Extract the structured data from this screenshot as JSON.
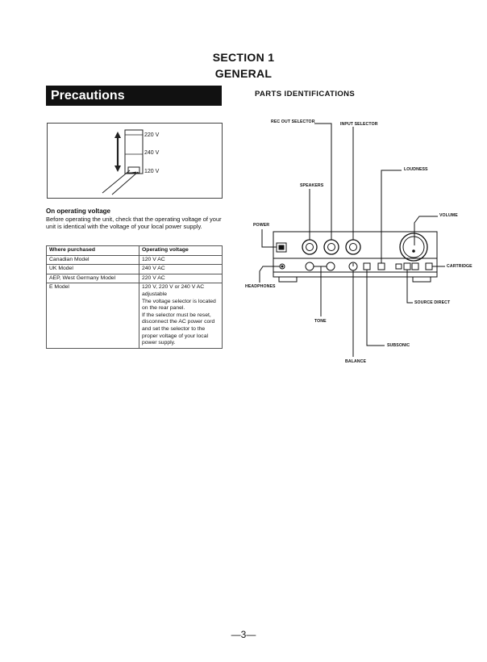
{
  "header": {
    "section": "SECTION 1",
    "title": "GENERAL"
  },
  "precautions": {
    "bar_label": "Precautions",
    "selector_labels": [
      "220 V",
      "240 V",
      "120 V"
    ],
    "operating_voltage_title": "On operating voltage",
    "operating_voltage_text": "Before operating the unit, check that the operating voltage of your unit is identical with the voltage of your local power supply.",
    "table": {
      "headers": [
        "Where purchased",
        "Operating voltage"
      ],
      "rows": [
        [
          "Canadian Model",
          "120 V AC"
        ],
        [
          "UK Model",
          "240 V AC"
        ],
        [
          "AEP, West Germany Model",
          "220 V AC"
        ]
      ],
      "e_model": {
        "label": "E Model",
        "lines": [
          "120 V, 220 V or 240 V AC",
          "adjustable",
          "The voltage selector is located",
          "on the rear panel.",
          "If the selector must be reset,",
          "disconnect the AC power cord",
          "and set the selector to the",
          "proper voltage of your local",
          "power supply."
        ]
      }
    }
  },
  "parts": {
    "title": "PARTS IDENTIFICATIONS",
    "labels": {
      "rec_out": "REC OUT SELECTOR",
      "input": "INPUT SELECTOR",
      "loudness": "LOUDNESS",
      "speakers": "SPEAKERS",
      "volume": "VOLUME",
      "power": "POWER",
      "cartridge": "CARTRIDGE",
      "headphones": "HEADPHONES",
      "source_direct": "SOURCE DIRECT",
      "tone": "TONE",
      "subsonic": "SUBSONIC",
      "balance": "BALANCE"
    }
  },
  "footer": {
    "page_number": "—3—"
  }
}
